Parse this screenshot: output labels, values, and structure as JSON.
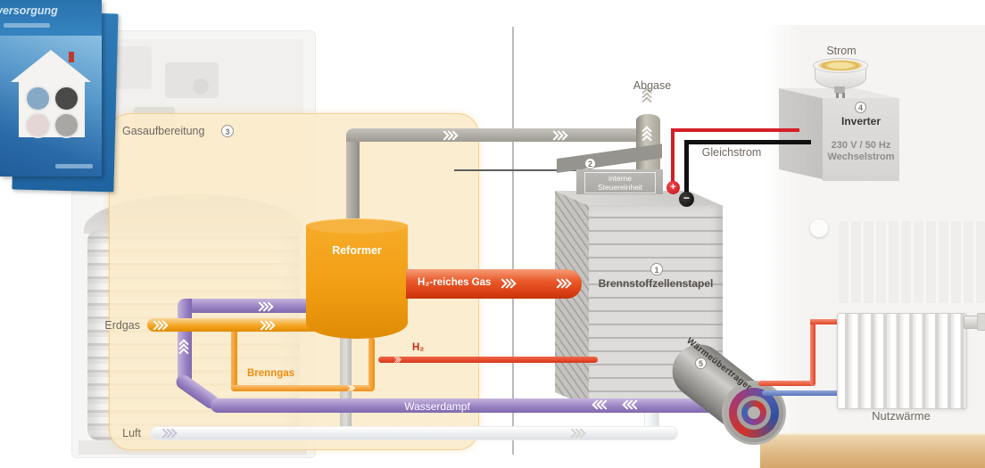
{
  "brochure": {
    "title": "versorgung"
  },
  "gas_processing": {
    "label": "Gasaufbereitung",
    "badge": "3"
  },
  "reformer": {
    "label": "Reformer"
  },
  "flows": {
    "erdgas": "Erdgas",
    "brenngas": "Brenngas",
    "luft": "Luft",
    "wasserdampf": "Wasserdampf",
    "h2_rich_gas": "H₂-reiches Gas",
    "h2": "H₂",
    "abgase": "Abgase"
  },
  "control_unit": {
    "badge": "2",
    "label": "interne Steuereinheit"
  },
  "fuel_cell_stack": {
    "badge": "1",
    "label": "Brennstoffzellenstapel",
    "plus_terminal": "+",
    "minus_terminal": "−"
  },
  "heat_exchanger": {
    "badge": "5",
    "label": "Wärmeübertrager"
  },
  "electrical": {
    "dc_label": "Gleichstrom",
    "output_label": "Strom"
  },
  "inverter": {
    "badge": "4",
    "label": "Inverter",
    "spec_voltage": "230 V / 50 Hz",
    "spec_type": "Wechselstrom"
  },
  "radiator": {
    "label": "Nutzwärme"
  },
  "colors": {
    "panel_bg": "#fbead0",
    "orange": "#f2a11d",
    "purple": "#9a82c2",
    "red_pipe": "#e34a1d",
    "wire_red": "#d41e26",
    "wire_black": "#111111"
  }
}
